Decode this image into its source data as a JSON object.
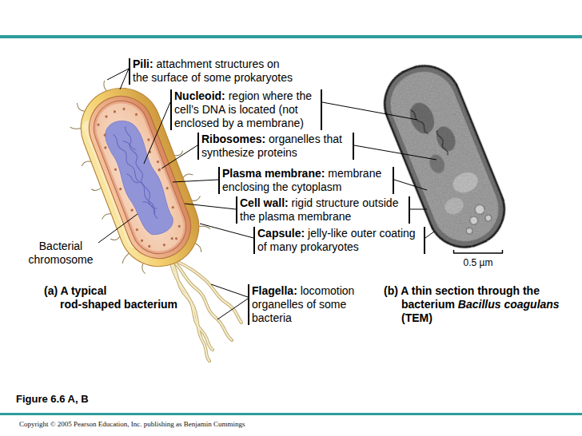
{
  "diagram": {
    "caption": "Figure 6.6 A, B",
    "labels": [
      "Pili:",
      "attachment structures on the surface of some prokaryotes",
      "Nucleoid:",
      "region where the cell’s DNA is located (not enclosed by a membrane)",
      "Ribosomes:",
      "organelles that synthesize proteins",
      "Plasma membrane:",
      "membrane enclosing the cytoplasm",
      "Cell wall:",
      "rigid structure outside the plasma membrane",
      "Capsule:",
      "jelly-like outer coating of many prokaryotes",
      "Bacterial chromosome",
      "Flagella:",
      "locomotion organelles of some bacteria",
      "(a) A typical rod-shaped bacterium",
      "(b) A thin section through the bacterium",
      "Bacillus coagulans",
      "(TEM)",
      "0.5 µm",
      "Copyright © 2005 Pearson Education, Inc. publishing as Benjamin Cummings"
    ]
  }
}
